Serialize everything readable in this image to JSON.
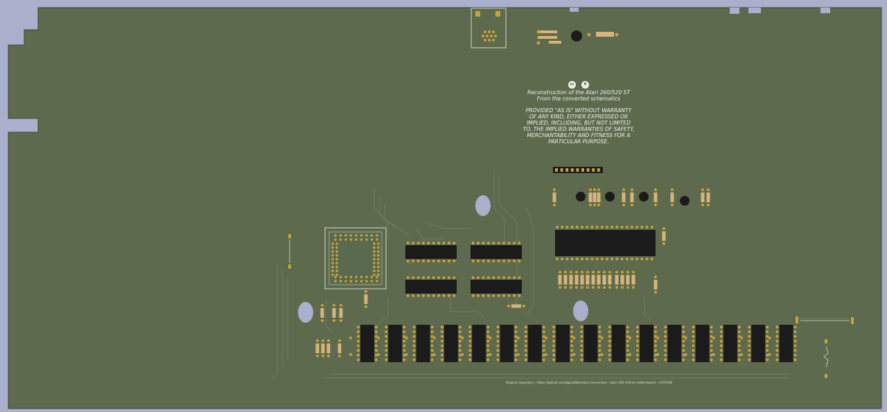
{
  "board": {
    "colors": {
      "background": "#aab0cb",
      "solder_mask": "#5d6a4d",
      "chip": "#1b1b1b",
      "pad": "#c9a23b",
      "resistor": "#d7b57a",
      "silkscreen": "#eef0ea"
    },
    "logos": [
      "cc",
      "0"
    ],
    "title_lines": [
      "Reconstruction of the Atari 260/520 ST",
      "From the converted schematics"
    ],
    "license_lines": [
      "PROVIDED \"AS IS\" WITHOUT WARRANTY",
      "OF ANY KIND, EITHER EXPRESSED OR",
      "IMPLIED, INCLUDING, BUT NOT LIMITED",
      "TO, THE IMPLIED WARRANTIES OF SAFETY,",
      "MERCHANTABILITY AND FITNESS FOR A",
      "PARTICULAR PURPOSE."
    ],
    "repo_note": "Original repository : https://github.com/ggrosMan/atari-conversion---atari-260-520-st-motherboard---c070230"
  }
}
